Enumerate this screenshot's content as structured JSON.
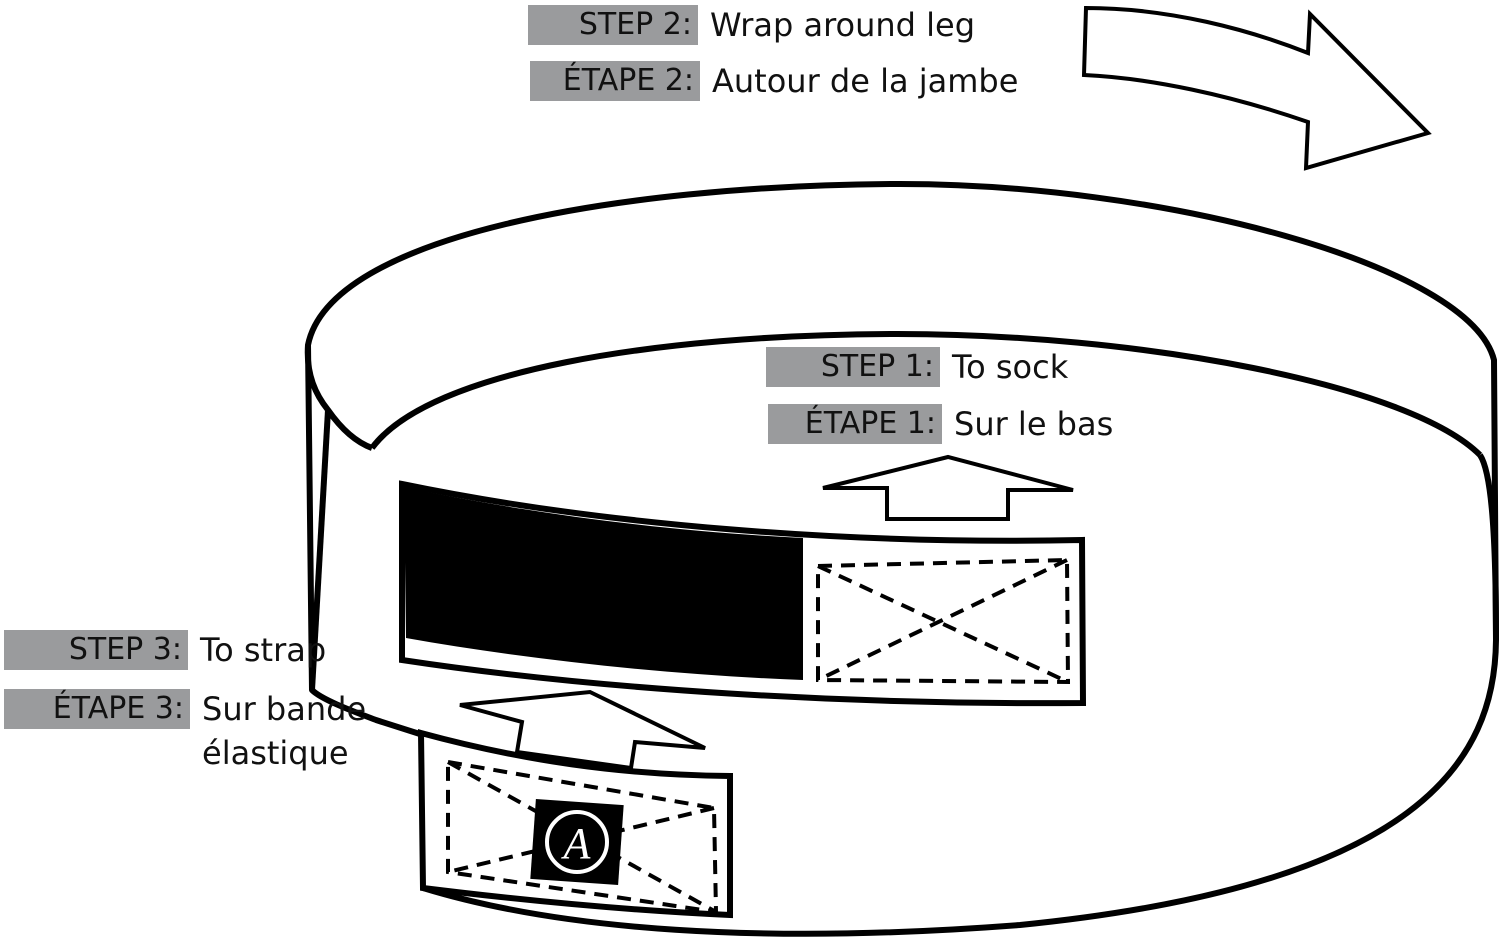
{
  "colors": {
    "tag_bg": "#9a9b9d",
    "ink": "#000000",
    "paper": "#ffffff"
  },
  "steps": {
    "step2": {
      "en_tag": "STEP 2:",
      "en_text": "Wrap around leg",
      "fr_tag": "ÉTAPE 2:",
      "fr_text": "Autour de la jambe"
    },
    "step1": {
      "en_tag": "STEP 1:",
      "en_text": "To sock",
      "fr_tag": "ÉTAPE 1:",
      "fr_text": "Sur le bas"
    },
    "step3": {
      "en_tag": "STEP 3:",
      "en_text": "To strap",
      "fr_tag": "ÉTAPE 3:",
      "fr_text": "Sur bande\nélastique"
    }
  },
  "icons": {
    "wrap_arrow": "curved-right-arrow-icon",
    "up_arrow": "up-arrow-icon",
    "logo": "circle-a-logo-icon"
  },
  "logo": {
    "letter": "A"
  }
}
